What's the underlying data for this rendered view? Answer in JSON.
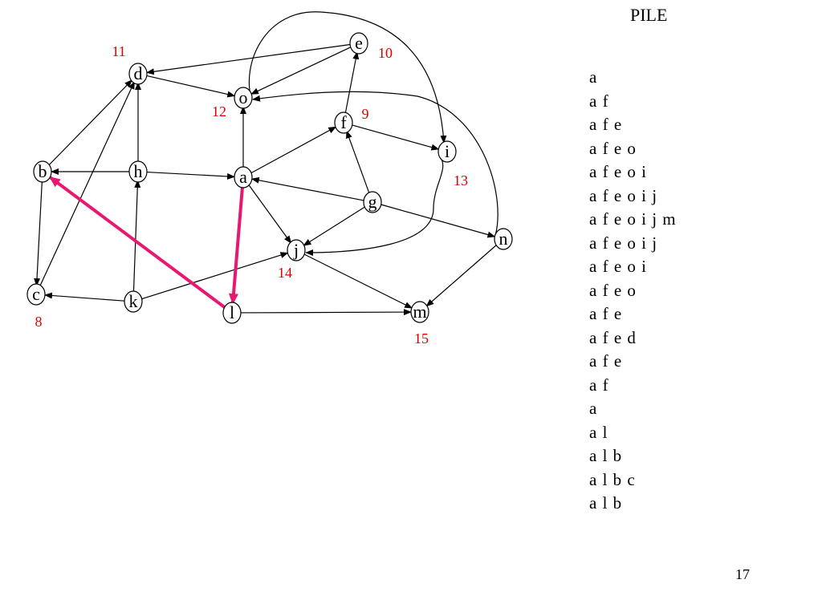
{
  "colors": {
    "node_stroke": "#000000",
    "edge": "#000000",
    "order_label": "#dd0000",
    "highlight_edge": "#e8176f"
  },
  "graph": {
    "nodes": [
      {
        "id": "a"
      },
      {
        "id": "b"
      },
      {
        "id": "c"
      },
      {
        "id": "d"
      },
      {
        "id": "e"
      },
      {
        "id": "f"
      },
      {
        "id": "g"
      },
      {
        "id": "h"
      },
      {
        "id": "i"
      },
      {
        "id": "j"
      },
      {
        "id": "k"
      },
      {
        "id": "l"
      },
      {
        "id": "m"
      },
      {
        "id": "n"
      },
      {
        "id": "o"
      }
    ],
    "order_labels": [
      {
        "node": "c",
        "label": "8"
      },
      {
        "node": "f",
        "label": "9"
      },
      {
        "node": "e",
        "label": "10"
      },
      {
        "node": "d",
        "label": "11"
      },
      {
        "node": "o",
        "label": "12"
      },
      {
        "node": "i",
        "label": "13"
      },
      {
        "node": "j",
        "label": "14"
      },
      {
        "node": "m",
        "label": "15"
      }
    ],
    "edges": [
      {
        "from": "e",
        "to": "d"
      },
      {
        "from": "e",
        "to": "o"
      },
      {
        "from": "d",
        "to": "o"
      },
      {
        "from": "b",
        "to": "d"
      },
      {
        "from": "c",
        "to": "d"
      },
      {
        "from": "h",
        "to": "d"
      },
      {
        "from": "h",
        "to": "b"
      },
      {
        "from": "h",
        "to": "a"
      },
      {
        "from": "b",
        "to": "c"
      },
      {
        "from": "k",
        "to": "c"
      },
      {
        "from": "k",
        "to": "h"
      },
      {
        "from": "k",
        "to": "j"
      },
      {
        "from": "a",
        "to": "o"
      },
      {
        "from": "a",
        "to": "f"
      },
      {
        "from": "a",
        "to": "j"
      },
      {
        "from": "f",
        "to": "e"
      },
      {
        "from": "f",
        "to": "i"
      },
      {
        "from": "g",
        "to": "f"
      },
      {
        "from": "g",
        "to": "a"
      },
      {
        "from": "g",
        "to": "j"
      },
      {
        "from": "g",
        "to": "n"
      },
      {
        "from": "i",
        "to": "j"
      },
      {
        "from": "o",
        "to": "i"
      },
      {
        "from": "n",
        "to": "o"
      },
      {
        "from": "n",
        "to": "m"
      },
      {
        "from": "j",
        "to": "m"
      },
      {
        "from": "l",
        "to": "m"
      },
      {
        "from": "a",
        "to": "l",
        "highlight": true
      },
      {
        "from": "l",
        "to": "b",
        "highlight": true
      }
    ]
  },
  "pile": {
    "title": "PILE",
    "entries": [
      "a",
      "a f",
      "a f e",
      "a f e o",
      "a f e o i",
      "a f e o i j",
      "a f e o i j m",
      "a f e o i j",
      "a f e o i",
      "a f e o",
      "a f e",
      "a f e d",
      "a f e",
      "a f",
      "a",
      "a l",
      "a l b",
      "a l b c",
      "a l b"
    ]
  },
  "slide_number": "17"
}
